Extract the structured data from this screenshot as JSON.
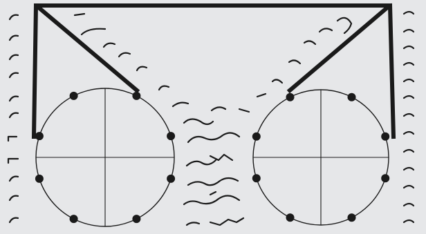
{
  "colors": {
    "background": "#e6e7e9",
    "ink": "#1a1a1a"
  },
  "scene": {
    "elements": [
      "crossbar",
      "left-leg",
      "right-leg",
      "left-wheel",
      "right-wheel",
      "squiggle-marks"
    ]
  }
}
